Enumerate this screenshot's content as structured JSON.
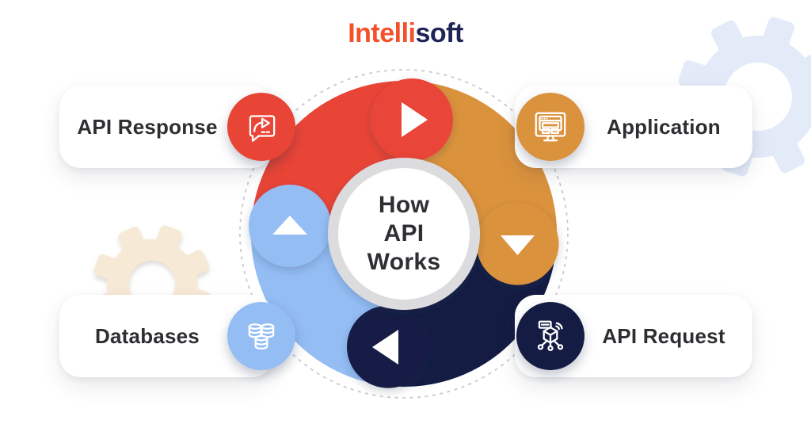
{
  "logo": {
    "text_primary": "Intelli",
    "text_secondary": "soft",
    "color_primary": "#F4502C",
    "color_secondary": "#1F2557"
  },
  "diagram": {
    "center_title": {
      "line1": "How",
      "line2": "API",
      "line3": "Works"
    },
    "segments": [
      {
        "name": "api-response-segment",
        "color": "#E94537",
        "arrow_direction": "right",
        "arrow_position": "top"
      },
      {
        "name": "application-segment",
        "color": "#DB923C",
        "arrow_direction": "down",
        "arrow_position": "right"
      },
      {
        "name": "api-request-segment",
        "color": "#141C44",
        "arrow_direction": "left",
        "arrow_position": "bottom"
      },
      {
        "name": "databases-segment",
        "color": "#94BDF4",
        "arrow_direction": "up",
        "arrow_position": "left"
      }
    ],
    "flow": "clockwise",
    "center_ring_color": "#DCDCDE",
    "dashed_ring_color": "#C9C9CD"
  },
  "cards": [
    {
      "label": "API Response",
      "icon": "chat-share-icon",
      "icon_color": "#E94537",
      "position": "top-left"
    },
    {
      "label": "Application",
      "icon": "monitor-browser-icon",
      "icon_color": "#DB923C",
      "position": "top-right"
    },
    {
      "label": "Databases",
      "icon": "database-cluster-icon",
      "icon_color": "#94BDF4",
      "position": "bottom-left"
    },
    {
      "label": "API Request",
      "icon": "api-cube-icon",
      "icon_color": "#141C44",
      "position": "bottom-right"
    }
  ],
  "decor": {
    "gear_top_right_color": "#E3EBF8",
    "gear_bottom_left_color": "#F6E9D5"
  },
  "text_color": "#2D2E31",
  "background_color": "#FFFFFF"
}
